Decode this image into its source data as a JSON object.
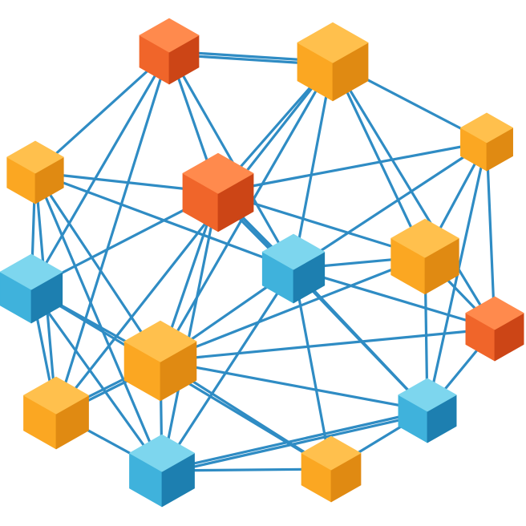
{
  "diagram": {
    "kind": "network-graph",
    "node_style": "isometric-cube",
    "palette": {
      "edge": "#2F8CC4",
      "red": {
        "top": "#FF8A4D",
        "left": "#F0652A",
        "right": "#CC4516"
      },
      "orange": {
        "top": "#FFC04D",
        "left": "#FBA722",
        "right": "#E08A12"
      },
      "blue": {
        "top": "#7DD6EE",
        "left": "#3FB2DC",
        "right": "#1D7FB0"
      }
    },
    "nodes": [
      {
        "id": "n1",
        "color": "red"
      },
      {
        "id": "n2",
        "color": "orange"
      },
      {
        "id": "n3",
        "color": "orange"
      },
      {
        "id": "n4",
        "color": "orange"
      },
      {
        "id": "n5",
        "color": "red"
      },
      {
        "id": "n6",
        "color": "blue"
      },
      {
        "id": "n7",
        "color": "orange"
      },
      {
        "id": "n8",
        "color": "blue"
      },
      {
        "id": "n9",
        "color": "red"
      },
      {
        "id": "n10",
        "color": "orange"
      },
      {
        "id": "n11",
        "color": "orange"
      },
      {
        "id": "n12",
        "color": "blue"
      },
      {
        "id": "n13",
        "color": "blue"
      },
      {
        "id": "n14",
        "color": "orange"
      }
    ],
    "edges": [
      [
        "n1",
        "n2"
      ],
      [
        "n1",
        "n2"
      ],
      [
        "n1",
        "n5"
      ],
      [
        "n1",
        "n4"
      ],
      [
        "n1",
        "n6"
      ],
      [
        "n1",
        "n8"
      ],
      [
        "n1",
        "n11"
      ],
      [
        "n2",
        "n3"
      ],
      [
        "n2",
        "n5"
      ],
      [
        "n2",
        "n6"
      ],
      [
        "n2",
        "n7"
      ],
      [
        "n2",
        "n9"
      ],
      [
        "n2",
        "n10"
      ],
      [
        "n2",
        "n11"
      ],
      [
        "n3",
        "n5"
      ],
      [
        "n3",
        "n7"
      ],
      [
        "n3",
        "n9"
      ],
      [
        "n3",
        "n6"
      ],
      [
        "n3",
        "n12"
      ],
      [
        "n4",
        "n5"
      ],
      [
        "n4",
        "n8"
      ],
      [
        "n4",
        "n11"
      ],
      [
        "n4",
        "n13"
      ],
      [
        "n4",
        "n6"
      ],
      [
        "n4",
        "n10"
      ],
      [
        "n5",
        "n6"
      ],
      [
        "n5",
        "n6"
      ],
      [
        "n5",
        "n8"
      ],
      [
        "n5",
        "n10"
      ],
      [
        "n5",
        "n13"
      ],
      [
        "n5",
        "n7"
      ],
      [
        "n5",
        "n12"
      ],
      [
        "n6",
        "n7"
      ],
      [
        "n6",
        "n9"
      ],
      [
        "n6",
        "n10"
      ],
      [
        "n6",
        "n13"
      ],
      [
        "n6",
        "n12"
      ],
      [
        "n6",
        "n14"
      ],
      [
        "n7",
        "n9"
      ],
      [
        "n7",
        "n12"
      ],
      [
        "n7",
        "n10"
      ],
      [
        "n8",
        "n11"
      ],
      [
        "n8",
        "n10"
      ],
      [
        "n8",
        "n13"
      ],
      [
        "n8",
        "n14"
      ],
      [
        "n9",
        "n10"
      ],
      [
        "n9",
        "n12"
      ],
      [
        "n10",
        "n11"
      ],
      [
        "n10",
        "n13"
      ],
      [
        "n10",
        "n14"
      ],
      [
        "n10",
        "n12"
      ],
      [
        "n11",
        "n13"
      ],
      [
        "n11",
        "n10"
      ],
      [
        "n12",
        "n14"
      ],
      [
        "n12",
        "n13"
      ],
      [
        "n13",
        "n14"
      ],
      [
        "n13",
        "n12"
      ]
    ]
  }
}
